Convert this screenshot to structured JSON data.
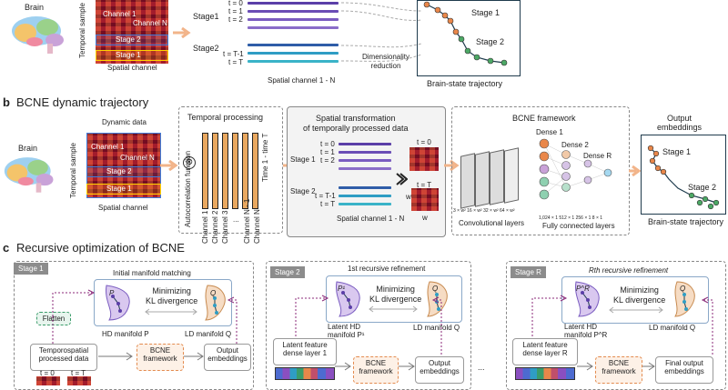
{
  "panel_a": {
    "brain": "Brain",
    "ylabel": "Temporal sample",
    "ch1": "Channel 1",
    "chN": "Channel N",
    "stage2": "Stage 2",
    "stage1": "Stage 1",
    "xlabel": "Spatial channel",
    "stage1_left": "Stage1",
    "stage2_left": "Stage2",
    "t0": "t = 0",
    "t1": "t = 1",
    "t2": "t = 2",
    "tT1": "t = T-1",
    "tT": "t = T",
    "axis": "Spatial channel 1 - N",
    "dimred": "Dimensionality\nreduction",
    "traj_s1": "Stage 1",
    "traj_s2": "Stage 2",
    "traj_label": "Brain-state trajectory"
  },
  "panel_b": {
    "letter": "b",
    "title": "BCNE dynamic trajectory",
    "brain": "Brain",
    "dynamic": "Dynamic data",
    "ylabel": "Temporal sample",
    "ch1": "Channel 1",
    "chN": "Channel N",
    "stage2": "Stage 2",
    "stage1": "Stage 1",
    "xlabel": "Spatial channel",
    "temporal_title": "Temporal processing",
    "autocorr": "Autocorrelation function",
    "timelabel": "Time 1 - time T",
    "channels": [
      "Channel 1",
      "Channel 2",
      "Channel 3",
      "Channel N - 1",
      "Channel N"
    ],
    "dots": "...",
    "spatial_title": "Spatial transformation\nof temporally processed data",
    "t0": "t = 0",
    "t1": "t = 1",
    "t2": "t = 2",
    "tT1": "t = T-1",
    "tT": "t = T",
    "axis": "Spatial channel 1 - N",
    "img_t0": "t = 0",
    "img_tT": "t = T",
    "w": "w",
    "bcne_title": "BCNE framework",
    "dense1": "Dense 1",
    "dense2": "Dense 2",
    "denseR": "Dense R",
    "conv": "Convolutional layers",
    "fc": "Fully connected layers",
    "dims_conv": "3 × w²  16 × w²  32 × w²  64 × w²",
    "dims_fc": "1,024 × 1   512 × 1  256 × 1   8 × 1",
    "output_title": "Output\nembeddings",
    "traj_s1": "Stage 1",
    "traj_s2": "Stage 2",
    "traj_label": "Brain-state trajectory"
  },
  "panel_c": {
    "letter": "c",
    "title": "Recursive optimization of BCNE",
    "s1": {
      "tag": "Stage 1",
      "heading": "Initial manifold matching",
      "min": "Minimizing\nKL divergence",
      "hd": "HD manifold P",
      "ld": "LD manifold Q",
      "p": "P",
      "q": "Q",
      "flatten": "Flatten",
      "data": "Temporospatial\nprocessed data",
      "t0": "t = 0",
      "tT": "t = T",
      "framework": "BCNE\nframework",
      "out": "Output\nembeddings"
    },
    "s2": {
      "tag": "Stage 2",
      "heading": "1st recursive refinement",
      "min": "Minimizing\nKL divergence",
      "hd": "Latent HD\nmanifold P¹",
      "ld": "LD manifold Q",
      "p": "P¹",
      "q": "Q",
      "latent": "Latent feature\ndense layer 1",
      "framework": "BCNE\nframework",
      "out": "Output\nembeddings"
    },
    "sR": {
      "tag": "Stage R",
      "heading": "Rth recursive refinement",
      "min": "Minimizing\nKL divergence",
      "hd": "Latent HD\nmanifold P^R",
      "ld": "LD manifold Q",
      "p": "P^R",
      "q": "Q",
      "latent": "Latent feature\ndense layer R",
      "framework": "BCNE\nframework",
      "out": "Final output\nembeddings"
    },
    "ellipsis": "..."
  },
  "colors": {
    "purple": "#5b3fa8",
    "cyan": "#2f9dc4",
    "orange": "#e9a860",
    "green": "#3a9c6a",
    "arrow": "#f2b48a",
    "dash_purple": "#8b2a7a"
  }
}
